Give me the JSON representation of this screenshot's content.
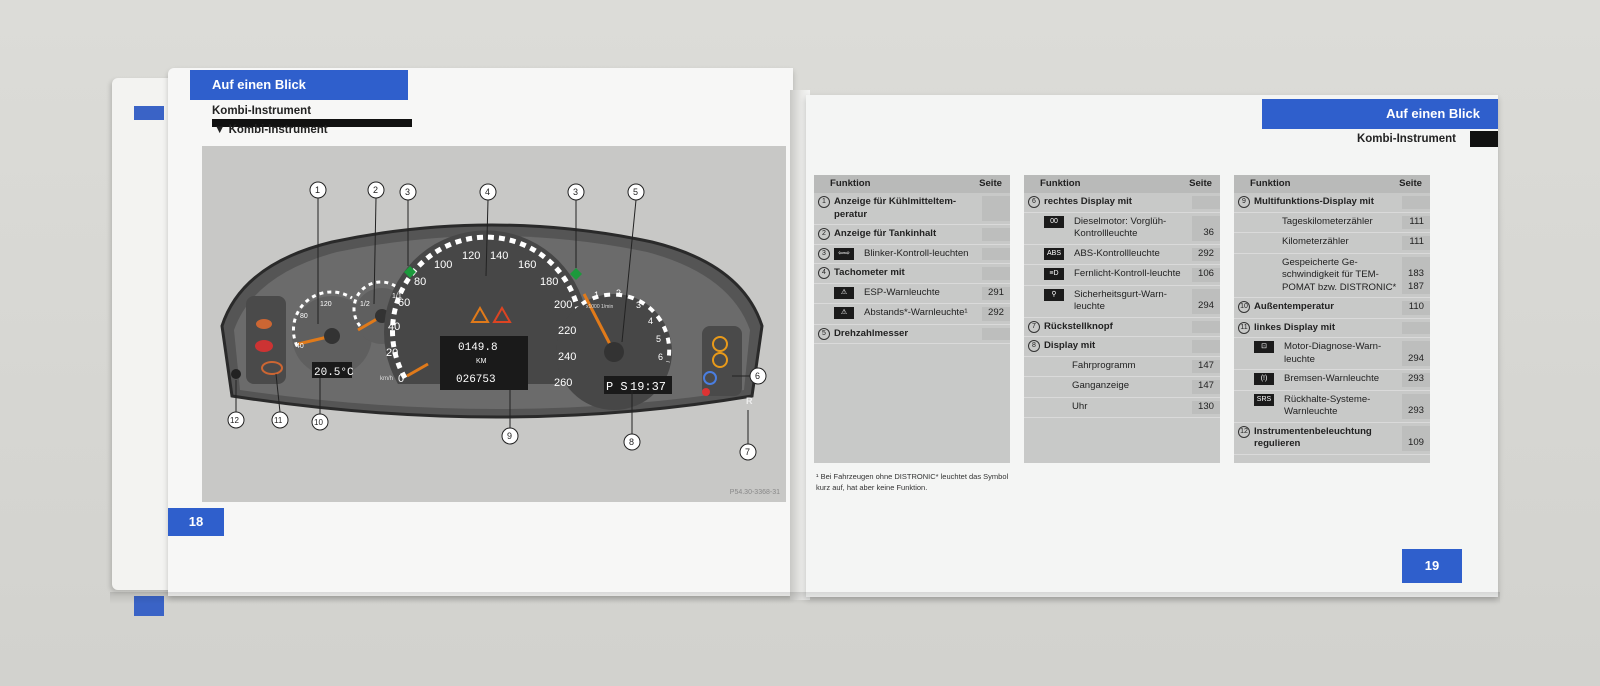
{
  "left_page": {
    "header": "Auf einen Blick",
    "subhead1": "Kombi-Instrument",
    "subhead2": "▼ Kombi-Instrument",
    "page_number": "18",
    "photo_code": "P54.30-3368-31"
  },
  "cluster": {
    "callouts": [
      "1",
      "2",
      "3",
      "4",
      "3",
      "5",
      "6",
      "7",
      "8",
      "9",
      "10",
      "11",
      "12"
    ],
    "speedo_ticks": [
      "0",
      "20",
      "40",
      "60",
      "80",
      "100",
      "120",
      "140",
      "160",
      "180",
      "200",
      "220",
      "240",
      "260"
    ],
    "rpm_ticks": [
      "1",
      "2",
      "3",
      "4",
      "5",
      "6"
    ],
    "rpm_unit": "x1000 1/min",
    "coolant_ticks": [
      "40",
      "80",
      "120"
    ],
    "fuel_ticks": [
      "1/2",
      "1/1"
    ],
    "odometer_trip": "0149.8",
    "odometer_unit": "KM",
    "odometer_total": "026753",
    "temperature": "20.5°C",
    "gear_display": "P S",
    "clock": "19:37",
    "speed_unit": "km/h",
    "r_label": "R"
  },
  "right_page": {
    "header": "Auf einen Blick",
    "subhead": "Kombi-Instrument",
    "page_number": "19",
    "col_head_func": "Funktion",
    "col_head_page": "Seite",
    "col1": [
      {
        "num": "1",
        "text": "Anzeige für Kühlmitteltem-peratur",
        "page": "",
        "bold": true
      },
      {
        "num": "2",
        "text": "Anzeige für Tankinhalt",
        "page": "",
        "bold": true
      },
      {
        "num": "3",
        "sym": "⇦⇨",
        "text": "Blinker-Kontroll-leuchten",
        "page": "",
        "bold": false
      },
      {
        "num": "4",
        "text": "Tachometer mit",
        "page": "",
        "bold": true
      },
      {
        "num": "",
        "sym": "⚠",
        "text": "ESP-Warnleuchte",
        "page": "291",
        "bold": false
      },
      {
        "num": "",
        "sym": "⚠",
        "text": "Abstands*-Warnleuchte¹",
        "page": "292",
        "bold": false
      },
      {
        "num": "5",
        "text": "Drehzahlmesser",
        "page": "",
        "bold": true
      }
    ],
    "col2": [
      {
        "num": "6",
        "text": "rechtes Display mit",
        "page": "",
        "bold": true
      },
      {
        "num": "",
        "sym": "00",
        "text": "Dieselmotor: Vorglüh-Kontrollleuchte",
        "page": "36",
        "bold": false
      },
      {
        "num": "",
        "sym": "ABS",
        "text": "ABS-Kontrollleuchte",
        "page": "292",
        "bold": false
      },
      {
        "num": "",
        "sym": "≡D",
        "text": "Fernlicht-Kontroll-leuchte",
        "page": "106",
        "bold": false
      },
      {
        "num": "",
        "sym": "⚲",
        "text": "Sicherheitsgurt-Warn-leuchte",
        "page": "294",
        "bold": false
      },
      {
        "num": "7",
        "text": "Rückstellknopf",
        "page": "",
        "bold": true
      },
      {
        "num": "8",
        "text": "Display mit",
        "page": "",
        "bold": true
      },
      {
        "num": "",
        "text": "Fahrprogramm",
        "page": "147",
        "bold": false,
        "indent": true
      },
      {
        "num": "",
        "text": "Ganganzeige",
        "page": "147",
        "bold": false,
        "indent": true
      },
      {
        "num": "",
        "text": "Uhr",
        "page": "130",
        "bold": false,
        "indent": true
      }
    ],
    "col3": [
      {
        "num": "9",
        "text": "Multifunktions-Display mit",
        "page": "",
        "bold": true
      },
      {
        "num": "",
        "text": "Tageskilometerzähler",
        "page": "111",
        "bold": false,
        "indent": true
      },
      {
        "num": "",
        "text": "Kilometerzähler",
        "page": "111",
        "bold": false,
        "indent": true
      },
      {
        "num": "",
        "text": "Gespeicherte Ge-schwindigkeit für TEM-POMAT bzw. DISTRONIC*",
        "page": "183 187",
        "bold": false,
        "indent": true
      },
      {
        "num": "10",
        "text": "Außentemperatur",
        "page": "110",
        "bold": true
      },
      {
        "num": "11",
        "text": "linkes Display mit",
        "page": "",
        "bold": true
      },
      {
        "num": "",
        "sym": "⊡",
        "text": "Motor-Diagnose-Warn-leuchte",
        "page": "294",
        "bold": false
      },
      {
        "num": "",
        "sym": "(!)",
        "text": "Bremsen-Warnleuchte",
        "page": "293",
        "bold": false
      },
      {
        "num": "",
        "sym": "SRS",
        "text": "Rückhalte-Systeme-Warnleuchte",
        "page": "293",
        "bold": false
      },
      {
        "num": "12",
        "text": "Instrumentenbeleuchtung regulieren",
        "page": "109",
        "bold": true
      }
    ],
    "footnote": "¹ Bei Fahrzeugen ohne DISTRONIC* leuchtet das Symbol kurz auf, hat aber keine Funktion."
  },
  "colors": {
    "brand_blue": "#2f5fcc",
    "table_bg": "#c8c9c8"
  }
}
